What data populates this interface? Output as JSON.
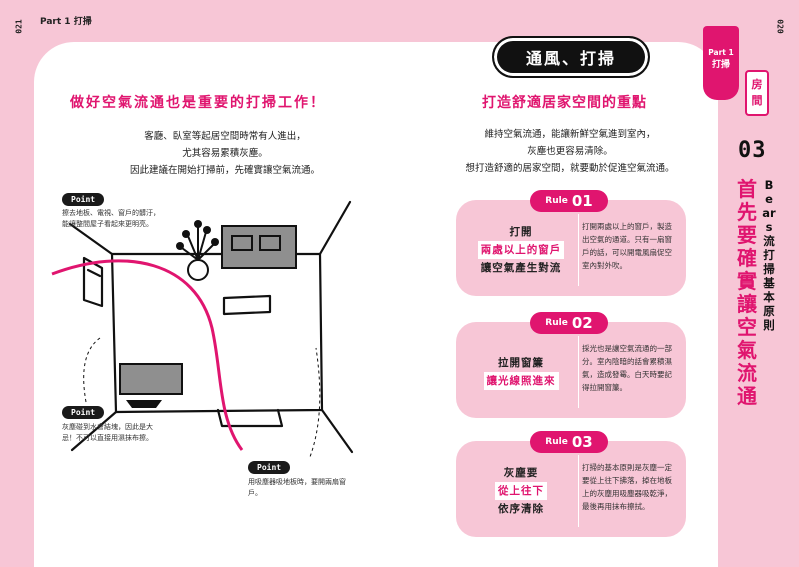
{
  "header": {
    "page_left": "021",
    "page_right": "020",
    "part_label": "Part 1 打掃"
  },
  "left": {
    "title": "做好空氣流通也是重要的打掃工作！",
    "intro": [
      "客廳、臥室等起居空間時常有人進出，",
      "尤其容易累積灰塵。",
      "因此建議在開始打掃前，先確實讓空氣流通。"
    ],
    "points": [
      {
        "tag": "Point",
        "note": [
          "擦去地板、電視、窗戶的髒汙，",
          "能讓整間屋子看起來更明亮。"
        ]
      },
      {
        "tag": "Point",
        "note": [
          "灰塵碰到水會結塊，因此是大",
          "忌！不可以直接用濕抹布擦。"
        ]
      },
      {
        "tag": "Point",
        "note": [
          "用吸塵器吸地板時，要開兩扇窗",
          "戶。"
        ]
      }
    ]
  },
  "right": {
    "tag": "通風、打掃",
    "title": "打造舒適居家空間的重點",
    "intro": [
      "維持空氣流通，能讓新鮮空氣進到室內，",
      "灰塵也更容易清除。",
      "想打造舒適的居家空間，就要動於促進空氣流通。"
    ],
    "rules": [
      {
        "word": "Rule",
        "num": "01",
        "lines": [
          {
            "text": "打開",
            "hl": false
          },
          {
            "text": "兩處以上的窗戶",
            "hl": true
          },
          {
            "text": "讓空氣產生對流",
            "hl": false
          }
        ],
        "desc": "打開兩處以上的窗戶，製造出空氣的通道。只有一扇窗戶的話，可以開電風扇促空室內對外吹。"
      },
      {
        "word": "Rule",
        "num": "02",
        "lines": [
          {
            "text": "拉開窗簾",
            "hl": false
          },
          {
            "text": "讓光線照進來",
            "hl": true
          }
        ],
        "desc": "採光也是讓空氣流通的一部分。室內陰暗的話會累積濕氣，造成發霉。白天時要記得拉開窗簾。"
      },
      {
        "word": "Rule",
        "num": "03",
        "lines": [
          {
            "text": "灰塵要",
            "hl": false
          },
          {
            "text": "從上往下",
            "hl": true
          },
          {
            "text": "依序清除",
            "hl": false
          }
        ],
        "desc": "打掃的基本原則是灰塵一定要從上往下拂落，掉在地板上的灰塵用吸塵器吸乾淨，最後再用抹布擦拭。"
      }
    ]
  },
  "side": {
    "part": "Part 1",
    "category": "打掃",
    "room": "房間",
    "number": "03",
    "vertical_big": "首先要確實讓空氣流通",
    "vertical_small": "Bears流打掃基本原則"
  },
  "colors": {
    "accent": "#e0156f",
    "background": "#f7c6d6",
    "dark": "#111111"
  }
}
